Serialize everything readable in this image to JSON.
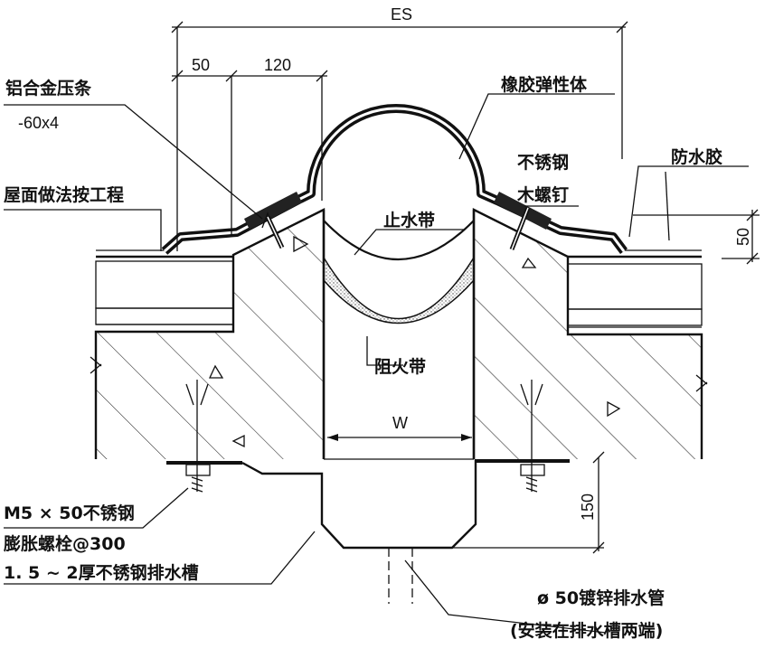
{
  "dimensions": {
    "es": "ES",
    "d50": "50",
    "d120": "120",
    "w": "W",
    "v50": "50",
    "v150": "150"
  },
  "labels": {
    "aluminum_strip": "铝合金压条",
    "aluminum_strip_spec": "-60x4",
    "rubber_elastomer": "橡胶弹性体",
    "stainless": "不锈钢",
    "wood_screw": "木螺钉",
    "waterproof_glue": "防水胶",
    "roof_practice": "屋面做法按工程",
    "water_stop": "止水带",
    "fire_stop": "阻火带",
    "bolt_line1": "M5 × 50不锈钢",
    "bolt_line2": "膨胀螺栓@300",
    "drain_trough": "1. 5 ~ 2厚不锈钢排水槽",
    "drain_pipe": "ø 50镀锌排水管",
    "drain_pipe_note": "(安装在排水槽两端)"
  }
}
